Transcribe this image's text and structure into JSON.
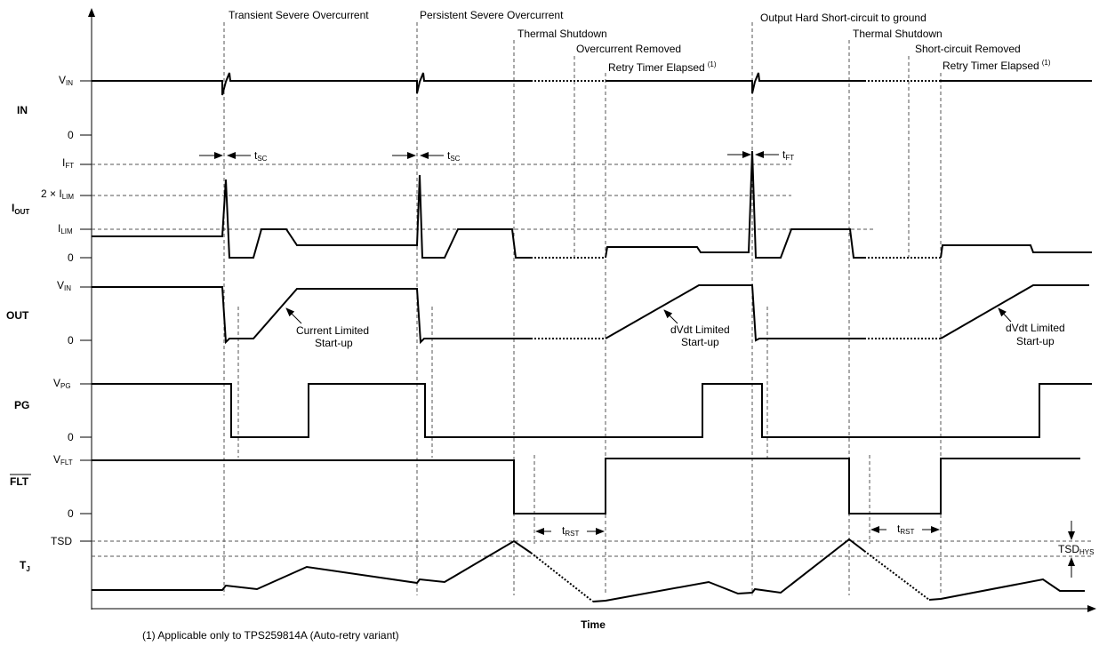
{
  "x_axis_label": "Time",
  "footnote": "(1) Applicable only to TPS259814A (Auto-retry variant)",
  "signals": {
    "in": "IN",
    "iout": {
      "main": "I",
      "sub": "OUT"
    },
    "out": "OUT",
    "pg": "PG",
    "flt": "FLT",
    "tj": {
      "main": "T",
      "sub": "J"
    }
  },
  "levels": {
    "vin": {
      "main": "V",
      "sub": "IN"
    },
    "zero": "0",
    "ift": {
      "main": "I",
      "sub": "FT"
    },
    "two_ilim": {
      "main": "2 × I",
      "sub": "LIM"
    },
    "ilim": {
      "main": "I",
      "sub": "LIM"
    },
    "vpg": {
      "main": "V",
      "sub": "PG"
    },
    "vflt": {
      "main": "V",
      "sub": "FLT"
    },
    "tsd": "TSD"
  },
  "events": {
    "transient": "Transient Severe Overcurrent",
    "persistent": "Persistent Severe Overcurrent",
    "thermal1": "Thermal Shutdown",
    "oc_removed": "Overcurrent Removed",
    "retry1": "Retry Timer Elapsed",
    "retry1_sup": "(1)",
    "hard_short": "Output Hard Short-circuit to ground",
    "thermal2": "Thermal Shutdown",
    "sc_removed": "Short-circuit Removed",
    "retry2": "Retry Timer Elapsed",
    "retry2_sup": "(1)"
  },
  "annotations": {
    "tsc": {
      "main": "t",
      "sub": "SC"
    },
    "tft": {
      "main": "t",
      "sub": "FT"
    },
    "trst": {
      "main": "t",
      "sub": "RST"
    },
    "tsd_hys": {
      "main": "TSD",
      "sub": "HYS"
    },
    "current_limited": [
      "Current Limited",
      "Start-up"
    ],
    "dvdt_limited": [
      "dVdt Limited",
      "Start-up"
    ]
  }
}
